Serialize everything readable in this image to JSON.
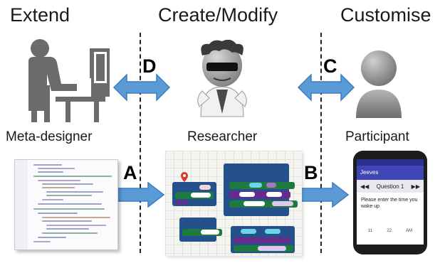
{
  "headings": {
    "extend": "Extend",
    "create": "Create/Modify",
    "customise": "Customise"
  },
  "roles": {
    "meta_designer": "Meta-designer",
    "researcher": "Researcher",
    "participant": "Participant"
  },
  "flows": {
    "A": "A",
    "B": "B",
    "C": "C",
    "D": "D"
  },
  "phone": {
    "app_name": "Jeeves",
    "nav_prev": "◀◀",
    "nav_next": "▶▶",
    "question_title": "Question 1",
    "prompt": "Please enter the time you wake up",
    "picker_values": [
      "11",
      "22",
      "AM"
    ]
  },
  "colors": {
    "arrow_blue": "#5b9bd5",
    "arrow_blue_dark": "#3d7cc0",
    "block_green": "#1f7a3f",
    "block_blue": "#24508c",
    "block_purple": "#6a2a8c",
    "marker_red": "#d83a2a"
  },
  "icons": [
    "desk-worker-icon",
    "mad-scientist-icon",
    "person-icon"
  ]
}
